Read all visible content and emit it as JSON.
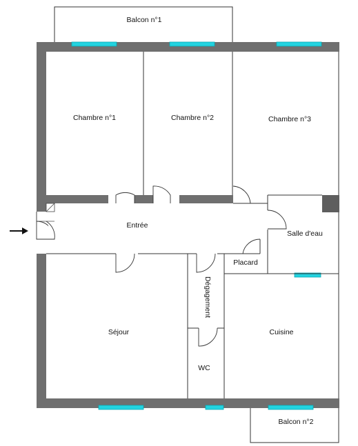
{
  "rooms": {
    "balcon1": "Balcon n°1",
    "chambre1": "Chambre n°1",
    "chambre2": "Chambre n°2",
    "chambre3": "Chambre n°3",
    "entree": "Entrée",
    "salle_eau": "Salle d'eau",
    "placard": "Placard",
    "degagement": "Dégagement",
    "sejour": "Séjour",
    "cuisine": "Cuisine",
    "wc": "WC",
    "balcon2": "Balcon n°2"
  },
  "colors": {
    "wall": "#6f6f6f",
    "window": "#22d3e0"
  },
  "icons": {
    "entry": "entry-arrow-icon"
  }
}
